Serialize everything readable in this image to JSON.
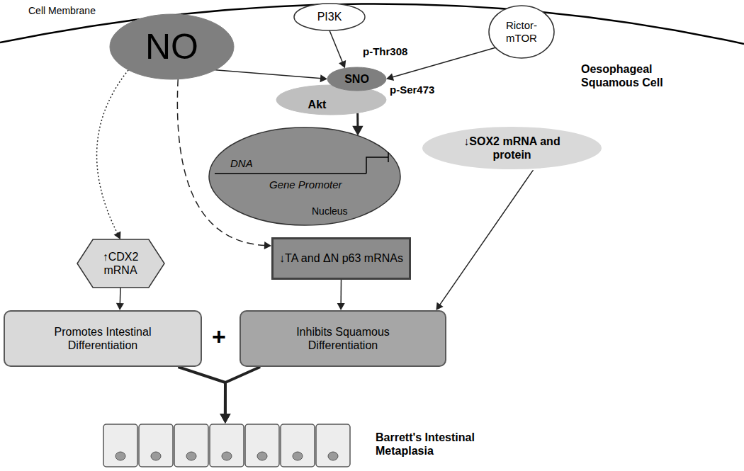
{
  "diagram": {
    "nodes": [
      {
        "text": [
          "NO"
        ]
      },
      {
        "text": [
          "PI3K"
        ]
      },
      {
        "text": [
          "Rictor- mTOR"
        ]
      },
      {
        "text": [
          "SNO"
        ]
      },
      {
        "text": [
          "Akt"
        ]
      },
      {
        "text": [
          "DNA",
          "Gene Promoter",
          "Nucleus"
        ]
      },
      {
        "text": [
          "↓SOX2 mRNA and protein"
        ]
      },
      {
        "text": [
          "↑CDX2 mRNA"
        ]
      },
      {
        "text": [
          "↓TA and ΔN p63 mRNAs"
        ]
      },
      {
        "text": [
          "Promotes Intestinal Differentiation"
        ]
      },
      {
        "text": [
          "Inhibits Squamous Differentiation"
        ]
      },
      {
        "text": [
          "Barrett's Intestinal Metaplasia"
        ]
      }
    ],
    "edges": [
      {
        "from": 1,
        "to": 3,
        "arrow": "to"
      },
      {
        "from": 2,
        "to": 3,
        "arrow": "to"
      },
      {
        "from": 0,
        "to": 3,
        "arrow": "to"
      },
      {
        "from": 4,
        "to": 5,
        "arrow": "to"
      },
      {
        "from": 0,
        "to": 7,
        "arrow": "to"
      },
      {
        "from": 0,
        "to": 8,
        "arrow": "to"
      },
      {
        "from": 7,
        "to": 9,
        "arrow": "to"
      },
      {
        "from": 8,
        "to": 10,
        "arrow": "to"
      },
      {
        "from": 6,
        "to": 10,
        "arrow": "to"
      },
      {
        "from": 9,
        "to": 11,
        "arrow": "to"
      },
      {
        "from": 10,
        "to": 11,
        "arrow": "to"
      }
    ],
    "labels": [
      "Cell Membrane",
      "p-Thr308",
      "p-Ser473",
      "Oesophageal Squamous Cell",
      "+"
    ]
  }
}
